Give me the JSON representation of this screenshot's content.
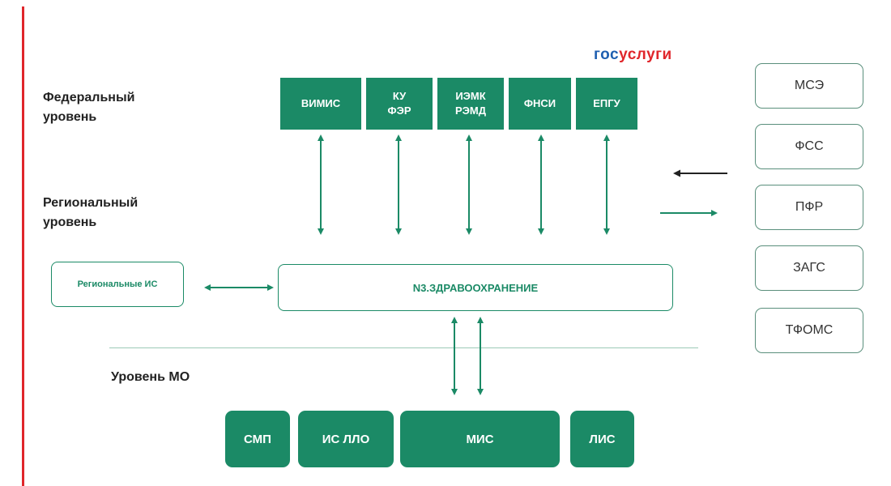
{
  "levels": {
    "federal": [
      "Федеральный",
      "уровень"
    ],
    "regional": [
      "Региональный",
      "уровень"
    ],
    "mo": "Уровень МО"
  },
  "gosuslugi": {
    "part1": "гос",
    "part2": "услуги"
  },
  "federal_systems": [
    {
      "lines": [
        "ВИМИС"
      ]
    },
    {
      "lines": [
        "КУ",
        "ФЭР"
      ]
    },
    {
      "lines": [
        "ИЭМК",
        "РЭМД"
      ]
    },
    {
      "lines": [
        "ФНСИ"
      ]
    },
    {
      "lines": [
        "ЕПГУ"
      ]
    }
  ],
  "regional_is": "Региональные ИС",
  "n3": "N3.ЗДРАВООХРАНЕНИЕ",
  "external_systems": [
    "МСЭ",
    "ФСС",
    "ПФР",
    "ЗАГС",
    "ТФОМС"
  ],
  "mo_systems": [
    "СМП",
    "ИС ЛЛО",
    "МИС",
    "ЛИС"
  ],
  "colors": {
    "green": "#1b8a66",
    "red": "#e0262b",
    "blue": "#1f5fb0"
  }
}
